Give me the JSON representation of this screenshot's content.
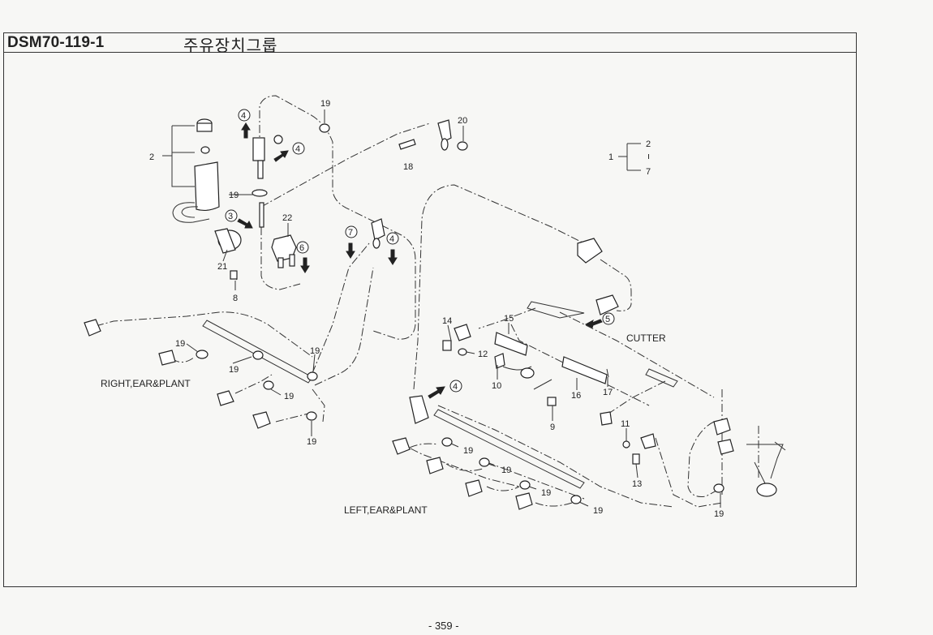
{
  "header": {
    "doc_code": "DSM70-119-1",
    "title": "주유장치그룹"
  },
  "page_number": "- 359 -",
  "captions": {
    "right": "RIGHT,EAR&PLANT",
    "left": "LEFT,EAR&PLANT",
    "cutter": "CUTTER"
  },
  "group_legend": {
    "label": "1",
    "top": "2",
    "mid": "ı",
    "bottom": "7"
  },
  "callouts": {
    "p2": "2",
    "p3": "3",
    "p4a": "4",
    "p4b": "4",
    "p4c": "4",
    "p4d": "4",
    "p5": "5",
    "p6": "6",
    "p7": "7",
    "p8": "8",
    "p9": "9",
    "p10": "10",
    "p11": "11",
    "p12": "12",
    "p13": "13",
    "p14": "14",
    "p15": "15",
    "p16": "16",
    "p17": "17",
    "p18": "18",
    "p19a": "19",
    "p19b": "19",
    "p19c": "19",
    "p19d": "19",
    "p19e": "19",
    "p19f": "19",
    "p19g": "19",
    "p19h": "19",
    "p19i": "19",
    "p19j": "19",
    "p19k": "19",
    "p19l": "19",
    "p20": "20",
    "p21": "21",
    "p22": "22"
  }
}
